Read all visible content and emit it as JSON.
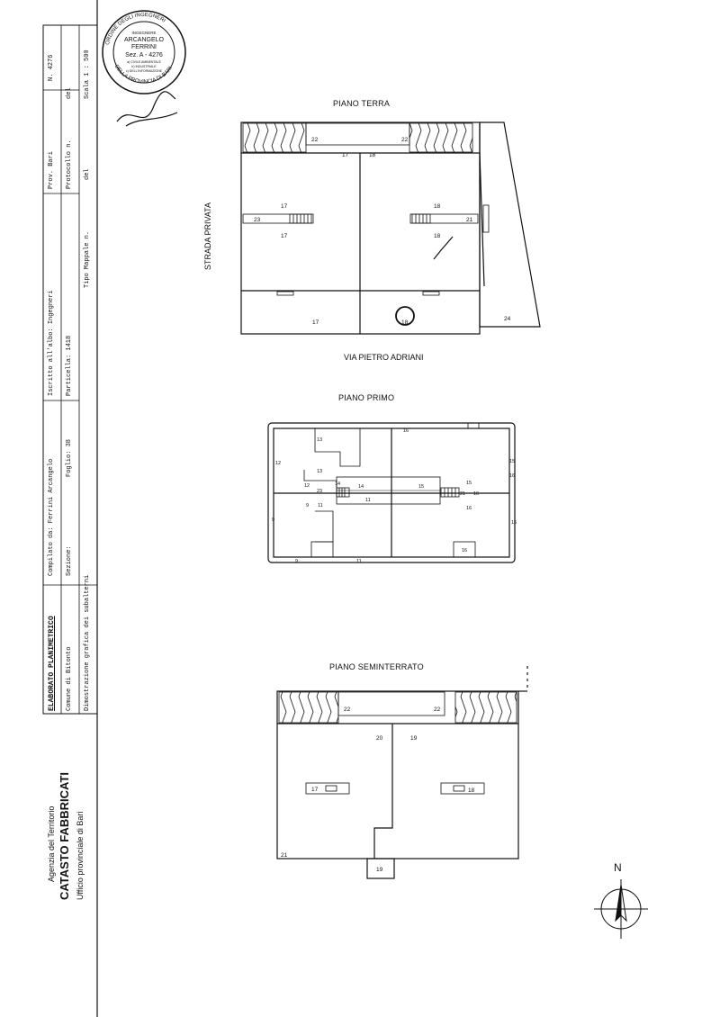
{
  "header_table": {
    "title": "ELABORATO PLANIMETRICO",
    "compilato_label": "Compilato da: Ferrini Arcangelo",
    "iscritto_label": "Iscritto all'albo: Ingegneri",
    "prov_label": "Prov. Bari",
    "n_label": "N. 4276",
    "comune_label": "Comune di Bitonto",
    "sezione_label": "Sezione:",
    "foglio_label": "Foglio: 38",
    "particella_label": "Particella: 1418",
    "protocollo_label": "Protocollo n.",
    "del_label_1": "del",
    "dimostrazione_label": "Dimostrazione grafica dei subalterni",
    "tipo_mappale_label": "Tipo Mappale n.",
    "del_label_2": "del",
    "scala_label": "Scala 1 : 500"
  },
  "agency": {
    "line1": "Agenzia del Territorio",
    "line2": "CATASTO FABBRICATI",
    "line3": "Ufficio provinciale di Bari"
  },
  "stamp": {
    "ring_top": "ORDINE DEGLI INGEGNERI",
    "ring_bottom": "DELLA PROVINCIA DI BARI",
    "center1": "INGEGNERE",
    "center2": "ARCANGELO",
    "center3": "FERRINI",
    "center4": "Sez. A - 4276",
    "center5": "a) CIVILE AMBIENTALE",
    "center6": "b) INDUSTRIALE",
    "center7": "c) DELL'INFORMAZIONE"
  },
  "piano_terra": {
    "title": "PIANO TERRA",
    "street_left": "STRADA PRIVATA",
    "street_bottom": "VIA PIETRO ADRIANI",
    "labels": [
      "22",
      "22",
      "17",
      "18",
      "17",
      "23",
      "17",
      "18",
      "21",
      "18",
      "17",
      "18",
      "24"
    ]
  },
  "piano_primo": {
    "title": "PIANO PRIMO",
    "labels": [
      "16",
      "13",
      "12",
      "13",
      "12",
      "14",
      "23",
      "9",
      "11",
      "14",
      "15",
      "11",
      "21",
      "16",
      "15",
      "16",
      "9",
      "9",
      "11",
      "16",
      "15",
      "15",
      "16"
    ]
  },
  "piano_seminterrato": {
    "title": "PIANO SEMINTERRATO",
    "labels": [
      "22",
      "22",
      "20",
      "19",
      "17",
      "18",
      "21",
      "19"
    ]
  },
  "compass": {
    "north_label": "N"
  }
}
